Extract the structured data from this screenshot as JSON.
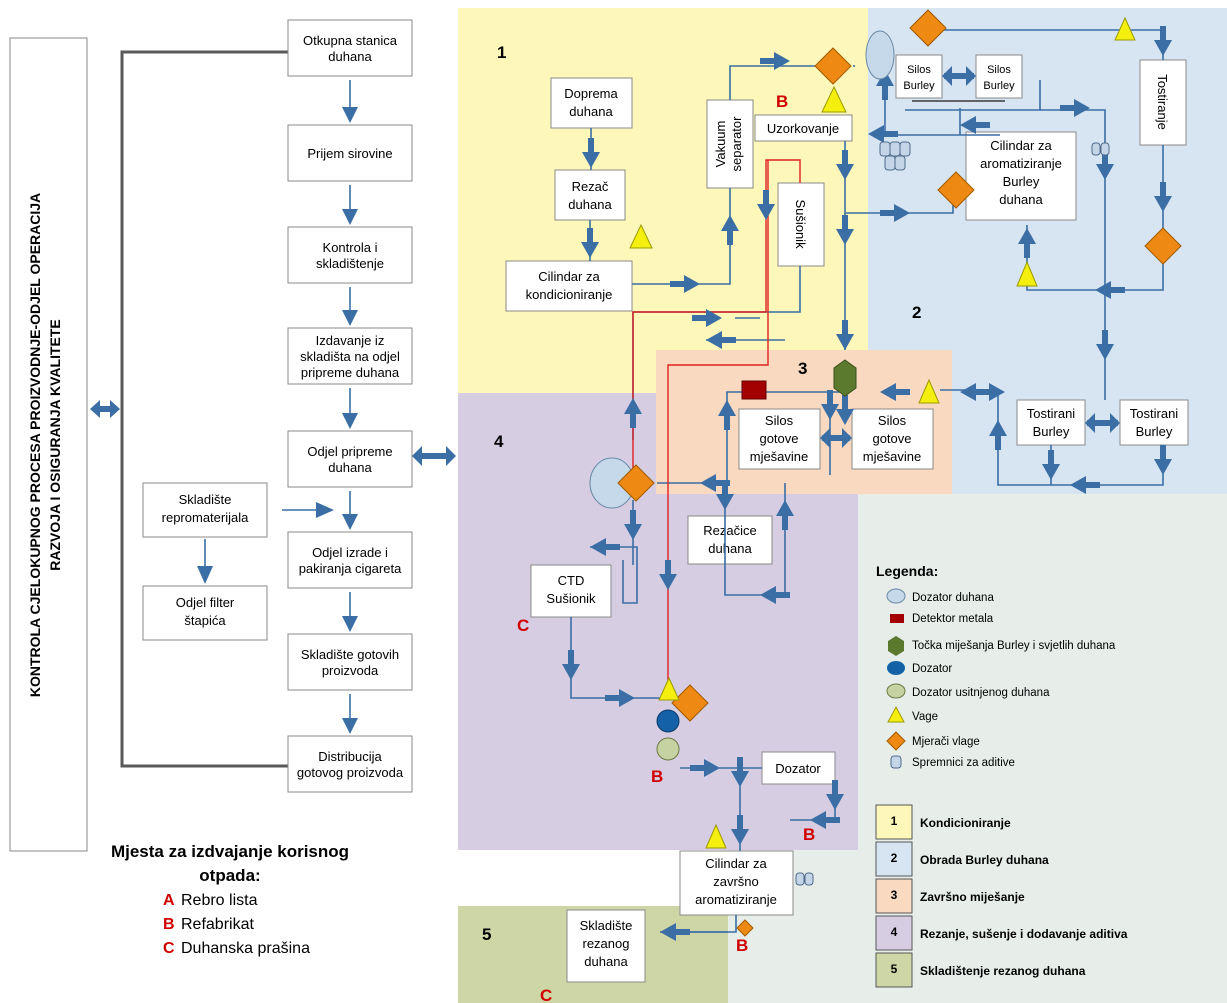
{
  "side_title": {
    "line1": "KONTROLA CJELOKUPNOG PROCESA PROIZVODNJE-ODJEL OPERACIJA",
    "line2": "RAZVOJA I OSIGURANJA KVALITETE"
  },
  "left_flow": {
    "boxes": [
      [
        "Otkupna stanica",
        "duhana"
      ],
      [
        "Prijem sirovine"
      ],
      [
        "Kontrola i",
        "skladištenje"
      ],
      [
        "Izdavanje iz",
        "skladišta na odjel",
        "pripreme duhana"
      ],
      [
        "Odjel pripreme",
        "duhana"
      ],
      [
        "Odjel izrade i",
        "pakiranja cigareta"
      ],
      [
        "Skladište gotovih",
        "proizvoda"
      ],
      [
        "Distribucija",
        "gotovog proizvoda"
      ]
    ],
    "side_boxes": [
      [
        "Skladište",
        "repromaterijala"
      ],
      [
        "Odjel filter",
        "štapića"
      ]
    ]
  },
  "zones": {
    "z1": "1",
    "z2": "2",
    "z3": "3",
    "z4": "4",
    "z5": "5"
  },
  "process_boxes": {
    "doprema": [
      "Doprema",
      "duhana"
    ],
    "rezac": [
      "Rezač",
      "duhana"
    ],
    "cilindar_kond": [
      "Cilindar za",
      "kondicioniranje"
    ],
    "vakuum": [
      "Vakuum",
      "separator"
    ],
    "uzorkovanje": "Uzorkovanje",
    "susionik": "Sušionik",
    "silos_burley_a": [
      "Silos",
      "Burley"
    ],
    "silos_burley_b": [
      "Silos",
      "Burley"
    ],
    "tostiranje": "Tostiranje",
    "cilindar_arom": [
      "Cilindar za",
      "aromatiziranje",
      "Burley",
      "duhana"
    ],
    "tostirani_a": [
      "Tostirani",
      "Burley"
    ],
    "tostirani_b": [
      "Tostirani",
      "Burley"
    ],
    "silos_gotove_a": [
      "Silos",
      "gotove",
      "mješavine"
    ],
    "silos_gotove_b": [
      "Silos",
      "gotove",
      "mješavine"
    ],
    "rezacice": [
      "Rezačice",
      "duhana"
    ],
    "ctd": [
      "CTD",
      "Sušionik"
    ],
    "dozator": "Dozator",
    "cilindar_zavrsno": [
      "Cilindar za",
      "završno",
      "aromatiziranje"
    ],
    "skladiste_rezanog": [
      "Skladište",
      "rezanog",
      "duhana"
    ]
  },
  "waste_labels": {
    "b1": "B",
    "c1": "C",
    "b2": "B",
    "b3": "B",
    "b4": "B",
    "c2": "C"
  },
  "legend": {
    "title": "Legenda:",
    "items": [
      "Dozator duhana",
      "Detektor metala",
      "Točka miješanja Burley i svjetlih duhana",
      "Dozator",
      "Dozator usitnjenog duhana",
      "Vage",
      "Mjerači vlage",
      "Spremnici za aditive"
    ],
    "zones": [
      {
        "num": "1",
        "label": "Kondicioniranje",
        "color": "#fdf8ba"
      },
      {
        "num": "2",
        "label": "Obrada Burley duhana",
        "color": "#d7e4f2"
      },
      {
        "num": "3",
        "label": "Završno miješanje",
        "color": "#f9d9c0"
      },
      {
        "num": "4",
        "label": "Rezanje, sušenje i dodavanje aditiva",
        "color": "#d6cde3"
      },
      {
        "num": "5",
        "label": "Skladištenje rezanog duhana",
        "color": "#cfd6a6"
      }
    ]
  },
  "waste_note": {
    "title1": "Mjesta za izdvajanje korisnog",
    "title2": "otpada:",
    "items": [
      {
        "letter": "A",
        "text": "Rebro lista"
      },
      {
        "letter": "B",
        "text": "Refabrikat"
      },
      {
        "letter": "C",
        "text": "Duhanska prašina"
      }
    ]
  },
  "colors": {
    "arrow": "#3a6ea5",
    "waste_letter": "#d10000",
    "zone1": "#fdf8ba",
    "zone2": "#d7e4f2",
    "zone3": "#f9d9c0",
    "zone4": "#d6cde3",
    "zone5": "#cfd6a6"
  }
}
